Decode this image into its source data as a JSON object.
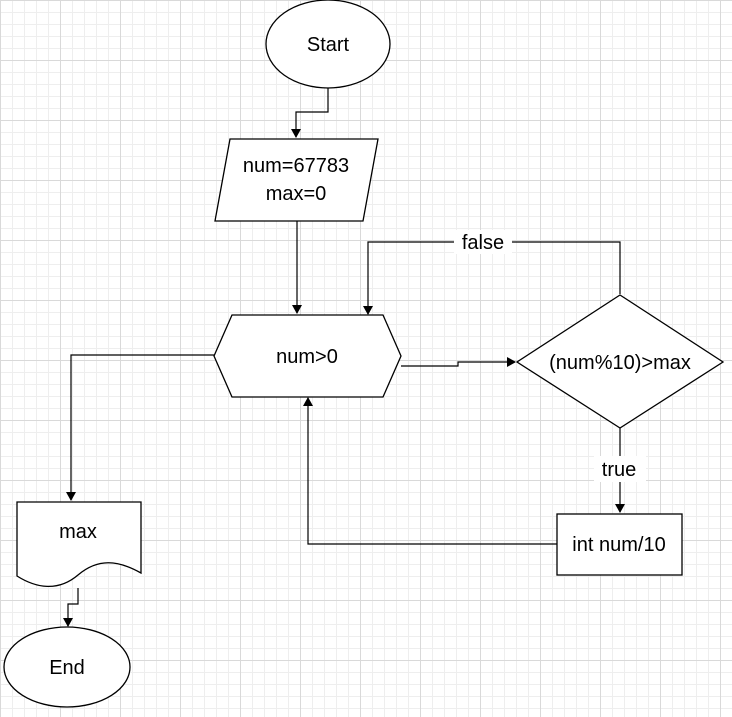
{
  "diagram": {
    "nodes": {
      "start": {
        "label": "Start"
      },
      "input": {
        "line1": "num=67783",
        "line2": "max=0"
      },
      "loop": {
        "label": "num>0"
      },
      "decision": {
        "label": "(num%10)>max"
      },
      "process": {
        "label": "int num/10"
      },
      "output": {
        "label": "max"
      },
      "end": {
        "label": "End"
      }
    },
    "edges": {
      "false_label": "false",
      "true_label": "true"
    }
  }
}
